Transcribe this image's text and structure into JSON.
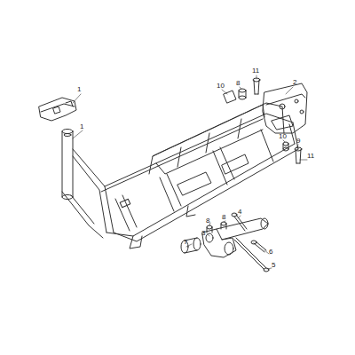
{
  "diagram": {
    "labels": [
      "1",
      "1",
      "2",
      "11",
      "8",
      "10",
      "9",
      "10",
      "11",
      "8",
      "8",
      "4",
      "3",
      "7",
      "6",
      "5"
    ]
  }
}
